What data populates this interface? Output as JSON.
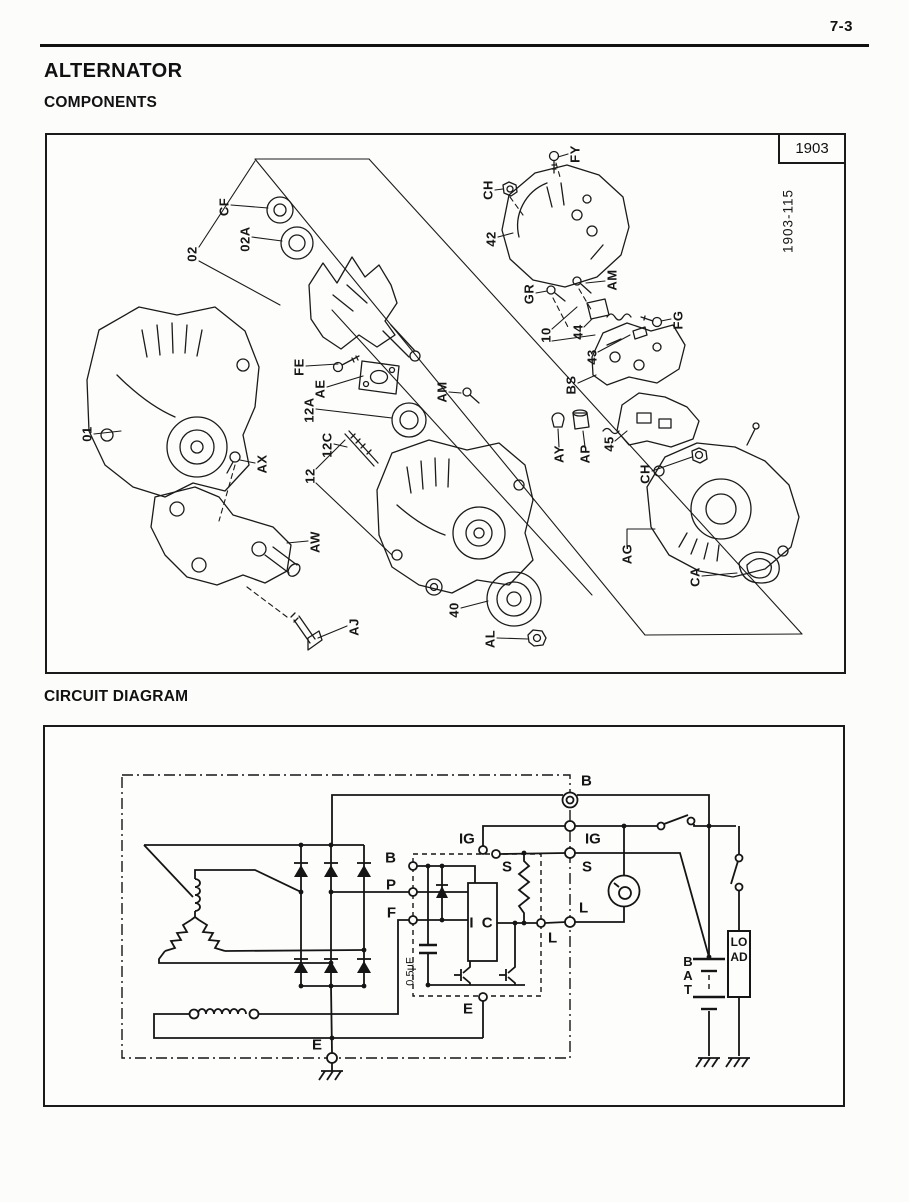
{
  "page": {
    "number": "7-3"
  },
  "headings": {
    "title": "ALTERNATOR",
    "components": "COMPONENTS",
    "circuit": "CIRCUIT DIAGRAM"
  },
  "components_figure": {
    "figure_number": "1903",
    "figure_code": "1903-115",
    "labels": {
      "l01": "01",
      "l02": "02",
      "l02a": "02A",
      "cf": "CF",
      "fe": "FE",
      "ae": "AE",
      "am": "AM",
      "l12": "12",
      "l12a": "12A",
      "l12c": "12C",
      "ax": "AX",
      "aw": "AW",
      "aj": "AJ",
      "l40": "40",
      "al": "AL",
      "fy": "FY",
      "ch": "CH",
      "l42": "42",
      "gr": "GR",
      "l10": "10",
      "l44": "44",
      "l43": "43",
      "fg": "FG",
      "bs": "BS",
      "ay": "AY",
      "ap": "AP",
      "l45": "45",
      "ag": "AG",
      "ca": "CA"
    }
  },
  "circuit": {
    "labels": {
      "b": "B",
      "ig": "IG",
      "s": "S",
      "l": "L",
      "e": "E",
      "p": "P",
      "f": "F",
      "ic": "I C",
      "capacitor": "0.5µF",
      "battery": "BAT",
      "load": "LOAD"
    }
  }
}
